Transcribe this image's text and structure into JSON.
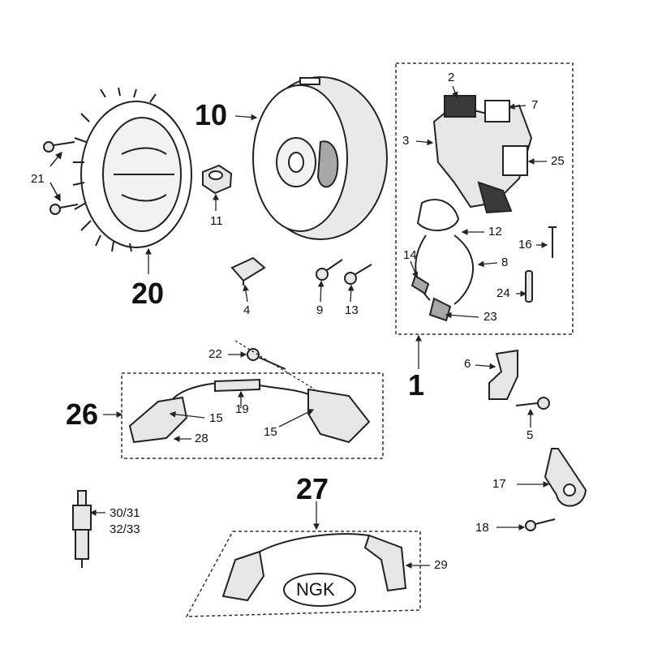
{
  "callouts": {
    "c1": "1",
    "c2": "2",
    "c3": "3",
    "c4": "4",
    "c5": "5",
    "c6": "6",
    "c7": "7",
    "c8": "8",
    "c9": "9",
    "c10": "10",
    "c11": "11",
    "c12": "12",
    "c13": "13",
    "c14": "14",
    "c15a": "15",
    "c15b": "15",
    "c16": "16",
    "c17": "17",
    "c18": "18",
    "c19": "19",
    "c20": "20",
    "c21": "21",
    "c22": "22",
    "c23": "23",
    "c24": "24",
    "c25": "25",
    "c26": "26",
    "c27": "27",
    "c28": "28",
    "c29": "29",
    "c3031": "30/31",
    "c3233": "32/33"
  },
  "brand_label": "NGK",
  "colors": {
    "line": "#222222",
    "fill_light": "#e6e6e6",
    "fill_mid": "#a8a8a8",
    "fill_dark": "#3a3a3a"
  }
}
